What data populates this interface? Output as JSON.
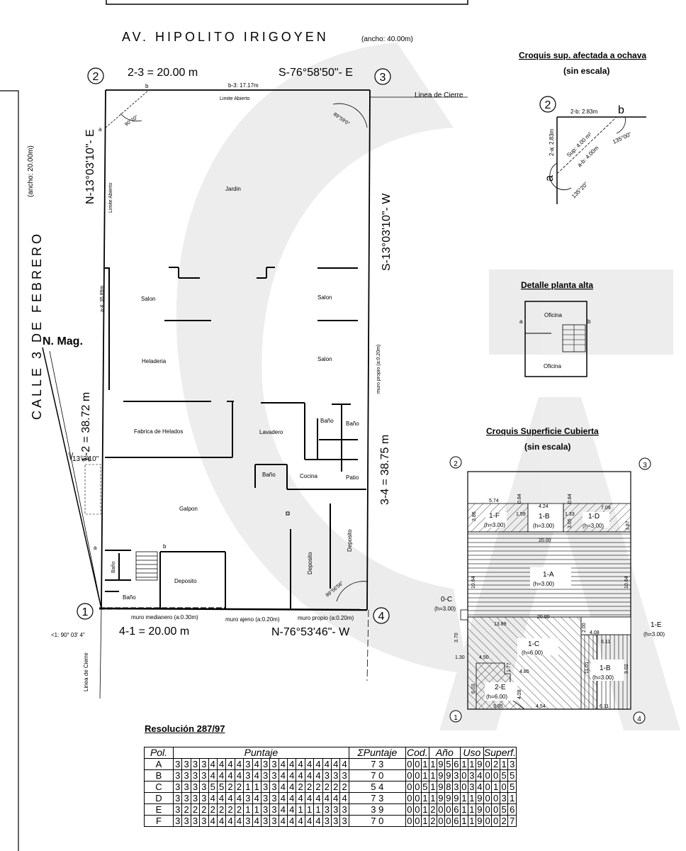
{
  "main": {
    "avenue": "AV. HIPOLITO IRIGOYEN",
    "avenue_width": "(ancho: 40.00m)",
    "street": "CALLE 3 DE FEBRERO",
    "street_width": "(ancho: 20.00m)",
    "north": "N. Mag.",
    "vertices": [
      "1",
      "2",
      "3",
      "4"
    ],
    "dims": {
      "side_23": "2-3 = 20.00 m",
      "bearing_23": "S-76°58'50\"- E",
      "b3": "b-3: 17.17m",
      "side_12": "1-2 = 38.72 m",
      "bearing_12": "N-13°03'10\"- E",
      "a4": "a-4: 35.89m",
      "side_34": "3-4 = 38.75 m",
      "bearing_34": "S-13°03'10\"- W",
      "side_41": "4-1 = 20.00 m",
      "bearing_41": "N-76°53'46\"- W",
      "angle_1": "<1: 90° 03' 4\"",
      "angle_2": "90°20\"",
      "angle_3": "89°59'0\"",
      "angle_4": "89°56'56\"",
      "angle_13": "13°3'10\""
    },
    "labels": {
      "limite_top": "Limite Abierto",
      "limite_left": "Limite Abierto",
      "linea_cierre_top": "Linea de Cierre",
      "linea_cierre_bottom": "Linea de Cierre",
      "muro_propio_right": "muro propio (a:0.20m)",
      "muro_medianero": "muro medianero (a:0.30m)",
      "muro_ajeno": "muro ajeno (a:0.20m)",
      "muro_propio_bottom": "muro propio (a:0.20m)",
      "point_a": "a",
      "point_b": "b"
    },
    "rooms": {
      "jardin": "Jardin",
      "salon_left": "Salon",
      "salon_right_top": "Salon",
      "salon_right_bottom": "Salon",
      "heladeria": "Heladeria",
      "fabrica": "Fabrica de Helados",
      "lavadero": "Lavadero",
      "bano_1": "Baño",
      "bano_2": "Baño",
      "bano_3": "Baño",
      "cocina": "Cocina",
      "patio": "Patio",
      "galpon": "Galpon",
      "deposito_1": "Deposito",
      "deposito_2": "Deposito",
      "deposito_3": "Deposito",
      "bano_small_1": "Baño",
      "bano_small_2": "Baño"
    }
  },
  "ochava": {
    "title": "Croquis sup. afectada a ochava",
    "subtitle": "(sin escala)",
    "vertex": "2",
    "a": "a",
    "b": "b",
    "d_2b": "2-b: 2.83m",
    "d_2a": "2-a: 2.83m",
    "sup": "Sup: 4.00 m²",
    "ab": "a-b: 4.00m",
    "ang_b": "135°00\"",
    "ang_a": "135°20\""
  },
  "planta_alta": {
    "title": "Detalle planta alta",
    "oficina_1": "Oficina",
    "oficina_2": "Oficina",
    "a": "a",
    "b": "b"
  },
  "superficie": {
    "title": "Croquis Superficie Cubierta",
    "subtitle": "(sin escala)",
    "vertices": [
      "2",
      "3",
      "1",
      "4"
    ],
    "polygons": {
      "f1": "1-F",
      "f1h": "(h=3.00)",
      "b1": "1-B",
      "b1h": "(h=3.00)",
      "d1": "1-D",
      "d1h": "(h=3.00)",
      "a1": "1-A",
      "a1h": "(h=3.00)",
      "c0": "0-C",
      "c0h": "(h=3.00)",
      "c1": "1-C",
      "c1h": "(h=6.00)",
      "e1": "1-E",
      "e1h": "(h=3.00)",
      "bb1": "1-B",
      "bb1h": "(h=3.00)",
      "e2": "2-E",
      "e2h": "(h=6.00)"
    },
    "measures": [
      "5.74",
      "0.84",
      "4.24",
      "0.84",
      "7.09",
      "3.86",
      "1.59",
      "1.33",
      "3.05",
      "3.87",
      "20.00",
      "10.64",
      "10.64",
      "20.00",
      "13.89",
      "2.00",
      "4.08",
      "6.11",
      "3.70",
      "1.30",
      "4.50",
      "1.77",
      "4.85",
      "11.01",
      "9.02",
      "6.03",
      "4.28",
      "9.35",
      "4.54",
      "6.11"
    ]
  },
  "resolucion": {
    "title": "Resolución 287/97",
    "headers": [
      "Pol.",
      "Puntaje",
      "ΣPuntaje",
      "Cod.",
      "Año",
      "Uso",
      "Superf."
    ],
    "rows": [
      {
        "pol": "A",
        "puntaje": [
          "3",
          "3",
          "3",
          "3",
          "4",
          "4",
          "4",
          "4",
          "3",
          "4",
          "3",
          "3",
          "4",
          "4",
          "4",
          "4",
          "4",
          "4",
          "4",
          "4"
        ],
        "sum": "7 3",
        "cod": [
          "0",
          "0",
          "1"
        ],
        "anio": [
          "1",
          "9",
          "5",
          "6"
        ],
        "uso": [
          "1",
          "1",
          "9"
        ],
        "superf": [
          "0",
          "2",
          "1",
          "3"
        ]
      },
      {
        "pol": "B",
        "puntaje": [
          "3",
          "3",
          "3",
          "3",
          "4",
          "4",
          "4",
          "4",
          "3",
          "4",
          "3",
          "3",
          "4",
          "4",
          "4",
          "4",
          "4",
          "3",
          "3",
          "3"
        ],
        "sum": "7 0",
        "cod": [
          "0",
          "0",
          "1"
        ],
        "anio": [
          "1",
          "9",
          "9",
          "3"
        ],
        "uso": [
          "0",
          "3",
          "4"
        ],
        "superf": [
          "0",
          "0",
          "5",
          "5"
        ]
      },
      {
        "pol": "C",
        "puntaje": [
          "3",
          "3",
          "3",
          "3",
          "5",
          "5",
          "2",
          "2",
          "1",
          "1",
          "3",
          "3",
          "4",
          "4",
          "2",
          "2",
          "2",
          "2",
          "2",
          "2"
        ],
        "sum": "5 4",
        "cod": [
          "0",
          "0",
          "5"
        ],
        "anio": [
          "1",
          "9",
          "8",
          "3"
        ],
        "uso": [
          "0",
          "3",
          "4"
        ],
        "superf": [
          "0",
          "1",
          "0",
          "5"
        ]
      },
      {
        "pol": "D",
        "puntaje": [
          "3",
          "3",
          "3",
          "3",
          "4",
          "4",
          "4",
          "4",
          "3",
          "4",
          "3",
          "3",
          "4",
          "4",
          "4",
          "4",
          "4",
          "4",
          "4",
          "4"
        ],
        "sum": "7 3",
        "cod": [
          "0",
          "0",
          "1"
        ],
        "anio": [
          "1",
          "9",
          "9",
          "9"
        ],
        "uso": [
          "1",
          "1",
          "9"
        ],
        "superf": [
          "0",
          "0",
          "3",
          "1"
        ]
      },
      {
        "pol": "E",
        "puntaje": [
          "3",
          "2",
          "2",
          "2",
          "2",
          "2",
          "2",
          "2",
          "1",
          "1",
          "3",
          "3",
          "4",
          "4",
          "1",
          "1",
          "1",
          "3",
          "3",
          "3"
        ],
        "sum": "3 9",
        "cod": [
          "0",
          "0",
          "1"
        ],
        "anio": [
          "2",
          "0",
          "0",
          "6"
        ],
        "uso": [
          "1",
          "1",
          "9"
        ],
        "superf": [
          "0",
          "0",
          "5",
          "6"
        ]
      },
      {
        "pol": "F",
        "puntaje": [
          "3",
          "3",
          "3",
          "3",
          "4",
          "4",
          "4",
          "4",
          "3",
          "4",
          "3",
          "3",
          "4",
          "4",
          "4",
          "4",
          "4",
          "3",
          "3",
          "3"
        ],
        "sum": "7 0",
        "cod": [
          "0",
          "0",
          "1"
        ],
        "anio": [
          "2",
          "0",
          "0",
          "6"
        ],
        "uso": [
          "1",
          "1",
          "9"
        ],
        "superf": [
          "0",
          "0",
          "2",
          "7"
        ]
      }
    ]
  }
}
